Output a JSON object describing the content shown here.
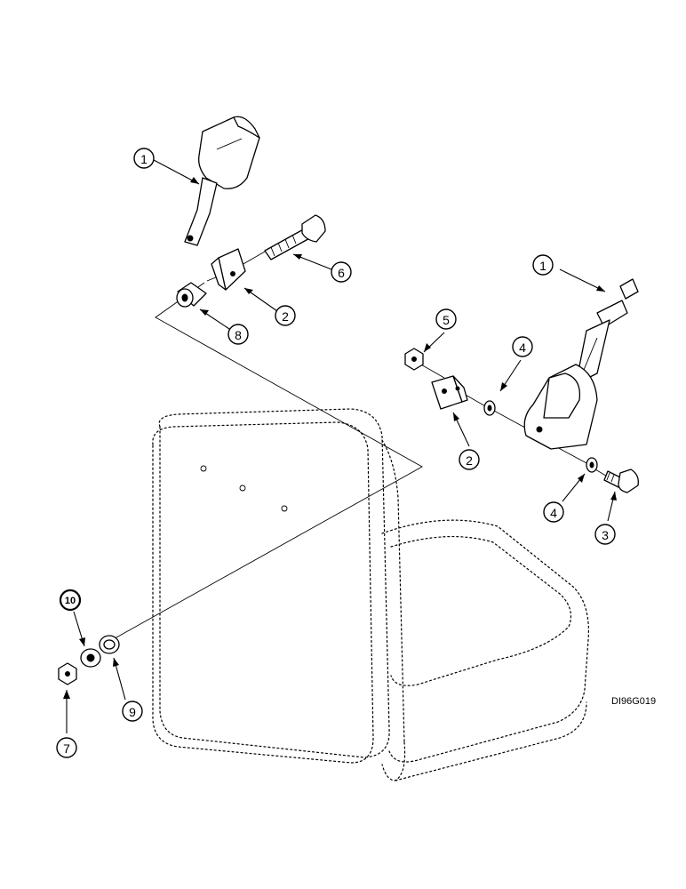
{
  "figure_code": "DI96G019",
  "callouts": [
    {
      "id": "c1-left",
      "label": "1"
    },
    {
      "id": "c6",
      "label": "6"
    },
    {
      "id": "c2-left",
      "label": "2"
    },
    {
      "id": "c8",
      "label": "8"
    },
    {
      "id": "c1-right",
      "label": "1"
    },
    {
      "id": "c5",
      "label": "5"
    },
    {
      "id": "c4-upper",
      "label": "4"
    },
    {
      "id": "c2-right",
      "label": "2"
    },
    {
      "id": "c4-lower",
      "label": "4"
    },
    {
      "id": "c3",
      "label": "3"
    },
    {
      "id": "c10",
      "label": "10"
    },
    {
      "id": "c9",
      "label": "9"
    },
    {
      "id": "c7",
      "label": "7"
    }
  ]
}
